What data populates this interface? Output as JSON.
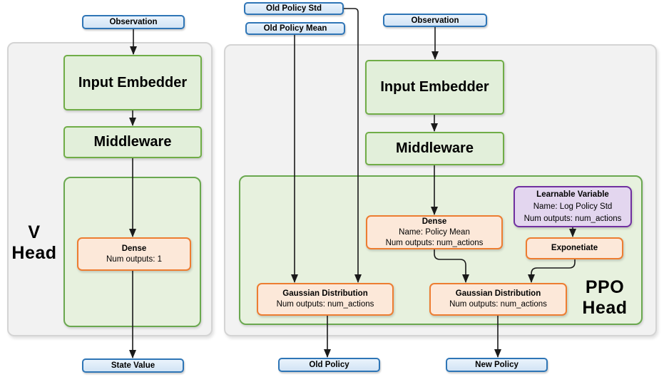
{
  "colors": {
    "io_border": "#2e75b6",
    "io_fill": "#dbe9f7",
    "stage_border": "#70ad47",
    "stage_fill": "#e2efda",
    "op_border": "#ed7d31",
    "op_fill": "#fce8d9",
    "var_border": "#7030a0",
    "var_fill": "#e3d6ef",
    "panel_fill": "#f2f2f2",
    "wire": "#1a1a1a"
  },
  "v_head": {
    "label_line1": "V",
    "label_line2": "Head",
    "observation": "Observation",
    "input_embedder": "Input Embedder",
    "middleware": "Middleware",
    "dense_title": "Dense",
    "dense_outputs": "Num outputs: 1",
    "output": "State Value"
  },
  "ppo_head": {
    "label_line1": "PPO",
    "label_line2": "Head",
    "old_policy_std": "Old Policy Std",
    "old_policy_mean": "Old Policy Mean",
    "observation": "Observation",
    "input_embedder": "Input Embedder",
    "middleware": "Middleware",
    "dense_title": "Dense",
    "dense_name": "Name: Policy Mean",
    "dense_outputs": "Num outputs: num_actions",
    "learnable_title": "Learnable Variable",
    "learnable_name": "Name: Log Policy Std",
    "learnable_outputs": "Num outputs: num_actions",
    "exponetiate": "Exponetiate",
    "gaussian_old_title": "Gaussian Distribution",
    "gaussian_old_outputs": "Num outputs: num_actions",
    "gaussian_new_title": "Gaussian Distribution",
    "gaussian_new_outputs": "Num outputs: num_actions",
    "output_old": "Old Policy",
    "output_new": "New Policy"
  }
}
